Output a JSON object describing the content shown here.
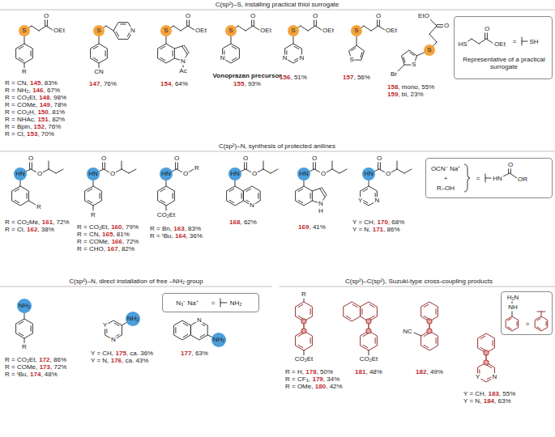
{
  "diagram": {
    "nodes": [
      {
        "text": [
          "HS",
          "O",
          "OEt",
          "=",
          "SH",
          "Representative of a practical surrogate"
        ]
      },
      {
        "text": [
          "OCN⁻ Na⁺",
          "+",
          "R–OH",
          "=",
          "HN",
          "O",
          "OR"
        ]
      },
      {
        "text": [
          "N₃⁻ Na⁺",
          "=",
          "NH₂"
        ]
      },
      {
        "text": [
          "H₂N",
          "NH",
          "="
        ]
      }
    ],
    "labels": [
      "C(sp²)–S, installing practical thiol surrogate",
      "S",
      "O",
      "OEt",
      "R",
      "R = CN,",
      "145",
      ", 83%",
      "R = NH₂,",
      "146",
      ", 67%",
      "R = CO₂Et,",
      "148",
      ", 98%",
      "R = COMe,",
      "149",
      ", 78%",
      "R = CO₂H,",
      "150",
      ", 81%",
      "R = NHAc,",
      "151",
      ", 82%",
      "R = Bpin,",
      "152",
      ", 76%",
      "R = Cl,",
      "153",
      ", 70%",
      "S",
      "N",
      "CN",
      "147",
      ", 76%",
      "S",
      "O",
      "OEt",
      "N",
      "Ac",
      "154",
      ", 64%",
      "S",
      "O",
      "OEt",
      "N",
      "Vonoprazan precursor",
      "155",
      ", 93%",
      "S",
      "O",
      "OEt",
      "N",
      "N",
      "156",
      ", 51%",
      "S",
      "O",
      "OEt",
      "S",
      "157",
      ", 56%",
      "EtO",
      "O",
      "S",
      "S",
      "Br",
      "158",
      ", mono, 55%",
      "159",
      ", bi, 23%",
      "C(sp²)–N, synthesis of protected anilines",
      "HN",
      "O",
      "O",
      "R",
      "R = CO₂Me,",
      "161",
      ", 72%",
      "R = Cl,",
      "162",
      ", 38%",
      "HN",
      "O",
      "O",
      "R",
      "R = CO₂Et,",
      "160",
      ", 79%",
      "R = CN,",
      "165",
      ", 81%",
      "R = COMe,",
      "166",
      ", 72%",
      "R = CHO,",
      "167",
      ", 82%",
      "HN",
      "O",
      "O",
      "R",
      "CO₂Et",
      "R = Bn,",
      "163",
      ", 83%",
      "R = ᵗBu,",
      "164",
      ", 36%",
      "HN",
      "O",
      "O",
      "N",
      "168",
      ", 62%",
      "HN",
      "O",
      "O",
      "N",
      "H",
      "169",
      ", 41%",
      "HN",
      "O",
      "O",
      "Y",
      "N",
      "Y = CH,",
      "170",
      ", 68%",
      "Y = N,",
      "171",
      ", 86%",
      "C(sp²)–N, direct installation of free –NH₂ group",
      "NH₂",
      "R",
      "R = CO₂Et,",
      "172",
      ", 86%",
      "R = COMe,",
      "173",
      ", 72%",
      "R = ᵗBu,",
      "174",
      ", 48%",
      "Y",
      "N",
      "NH₂",
      "Y = CH,",
      "175",
      ", ca. 36%",
      "Y = N,",
      "176",
      ", ca. 43%",
      "N",
      "NH₂",
      "177",
      ", 63%",
      "C(sp²)–C(sp²), Suzuki-type cross-coupling products",
      "R",
      "CO₂Et",
      "R = H,",
      "178",
      ", 50%",
      "R = CF₃,",
      "179",
      ", 34%",
      "R = OMe,",
      "180",
      ", 42%",
      "CO₂Et",
      "181",
      ", 48%",
      "NC",
      "182",
      ", 49%",
      "Y",
      "N",
      "Y = CH,",
      "183",
      ", 55%",
      "Y = N,",
      "184",
      ", 63%"
    ]
  }
}
